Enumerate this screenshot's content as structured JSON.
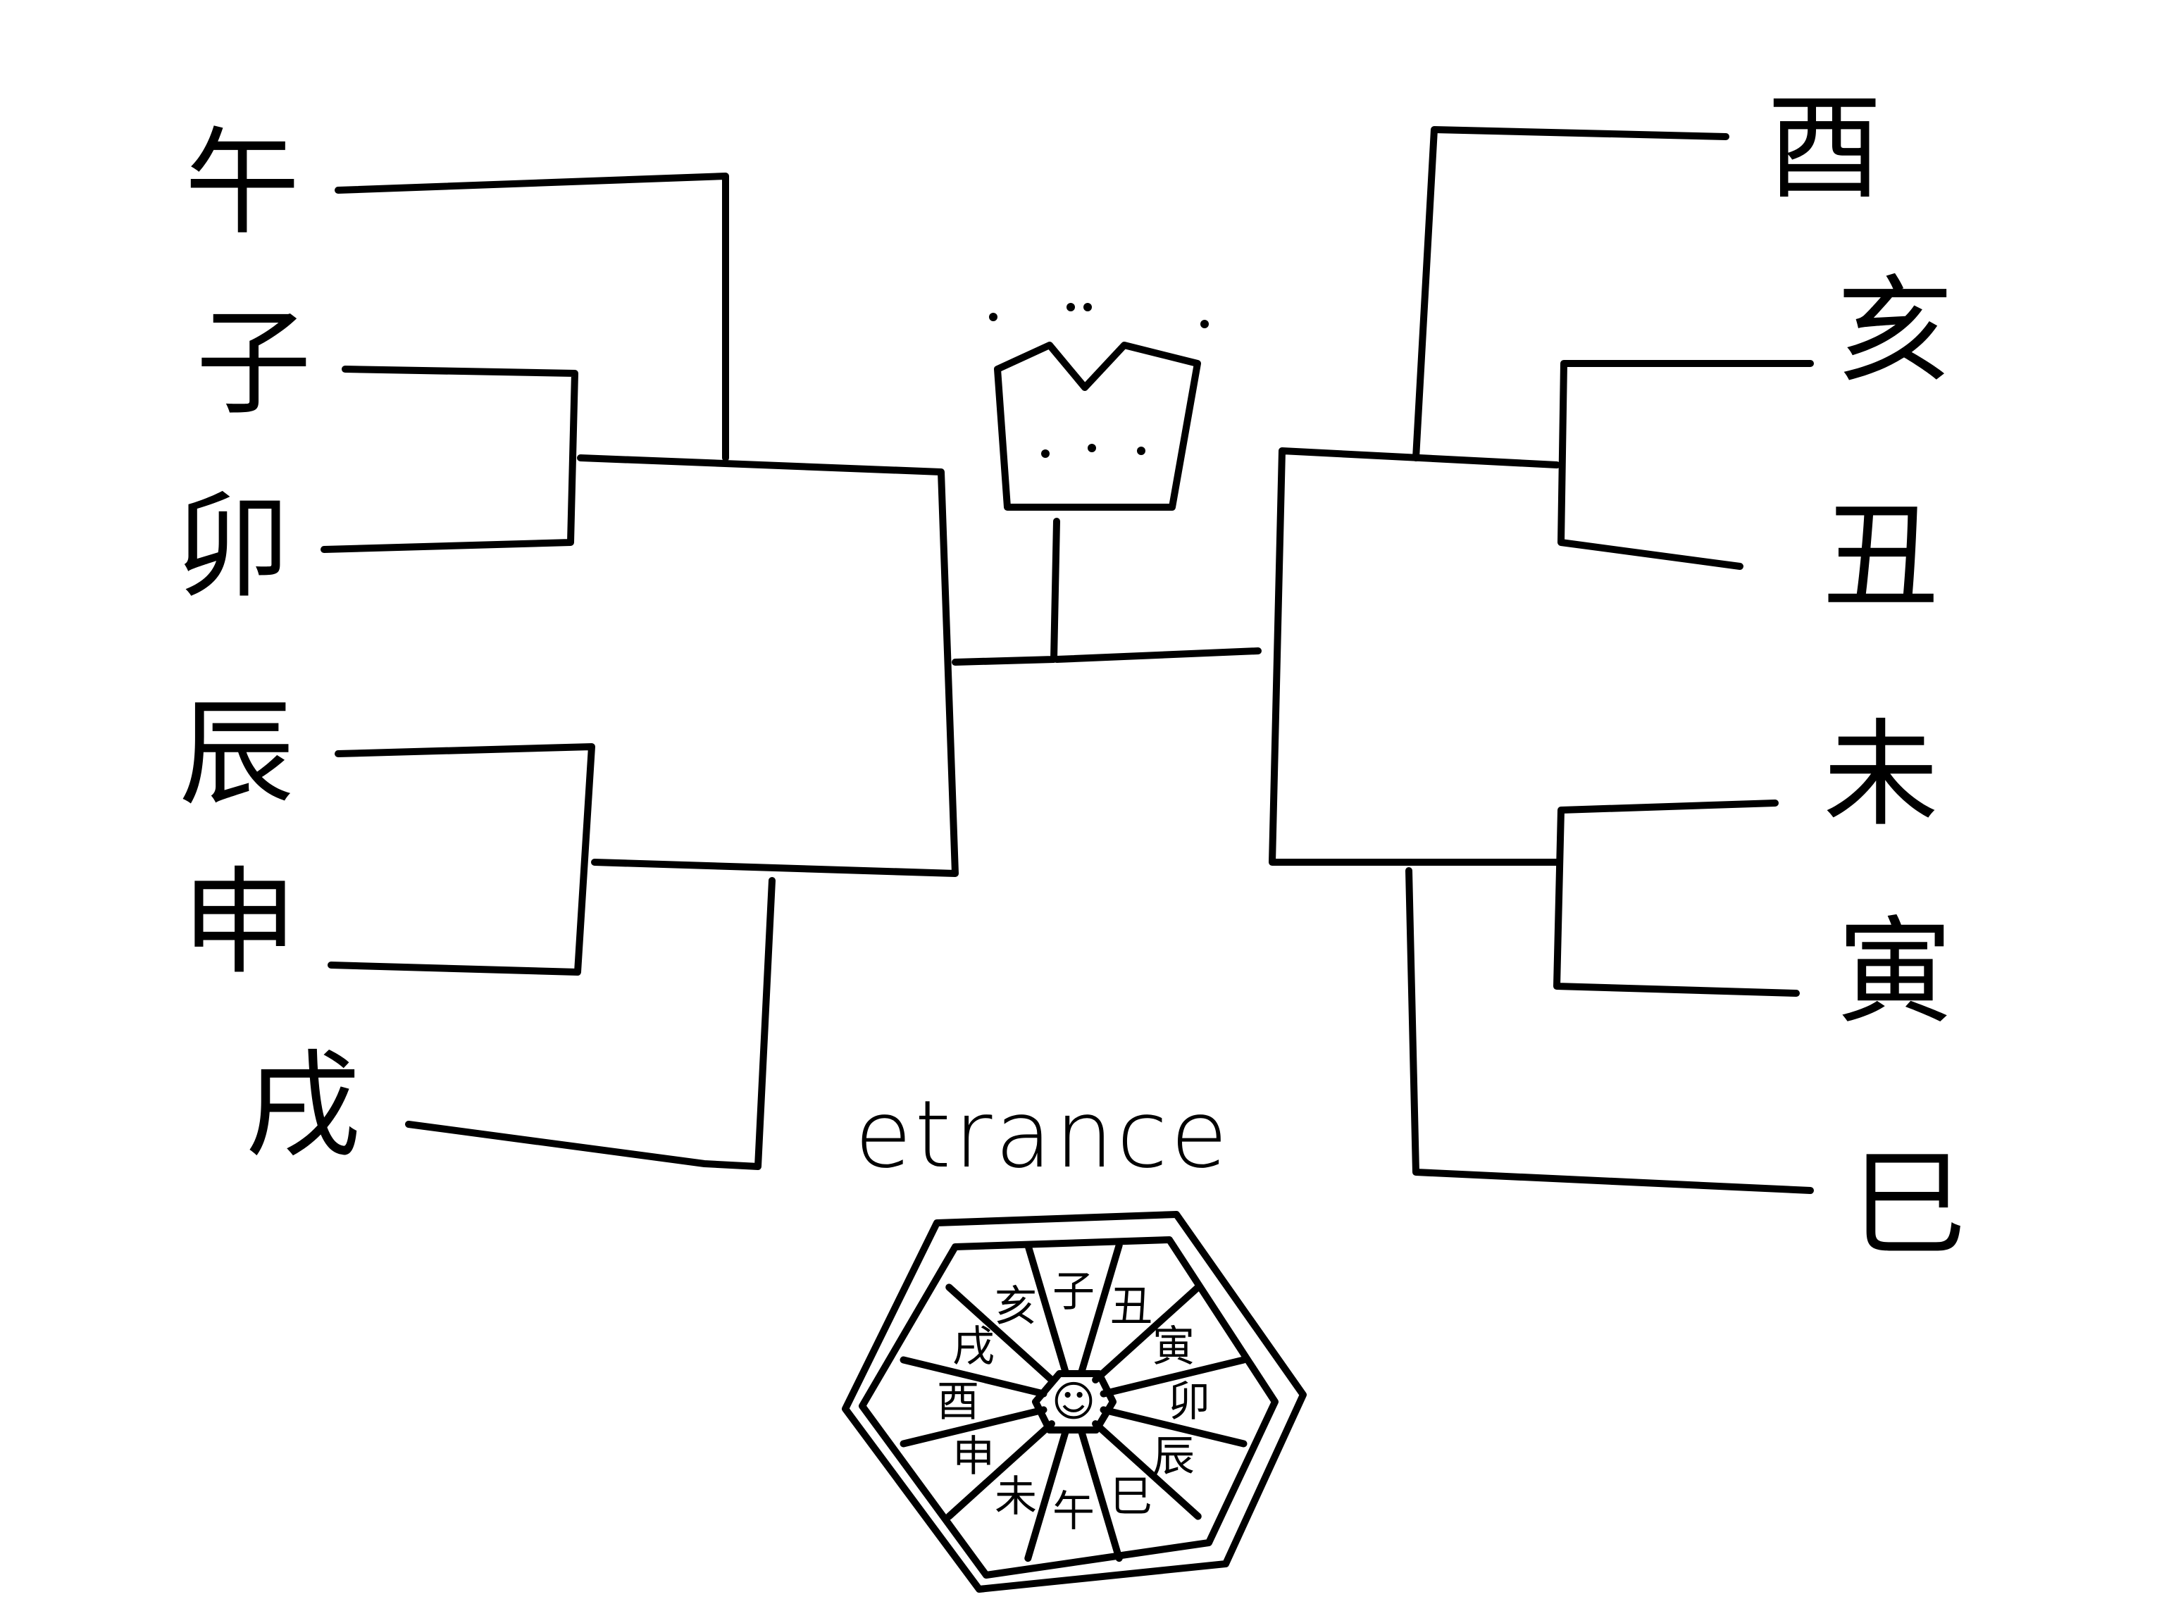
{
  "left_entrants": [
    "午",
    "子",
    "卯",
    "辰",
    "申",
    "戌"
  ],
  "right_entrants": [
    "酉",
    "亥",
    "丑",
    "未",
    "寅",
    "巳"
  ],
  "brand": "etrance",
  "wheel": [
    "子",
    "丑",
    "寅",
    "卯",
    "辰",
    "巳",
    "午",
    "未",
    "申",
    "酉",
    "戌",
    "亥"
  ],
  "colors": {
    "ink": "#000000",
    "background": "#ffffff"
  }
}
